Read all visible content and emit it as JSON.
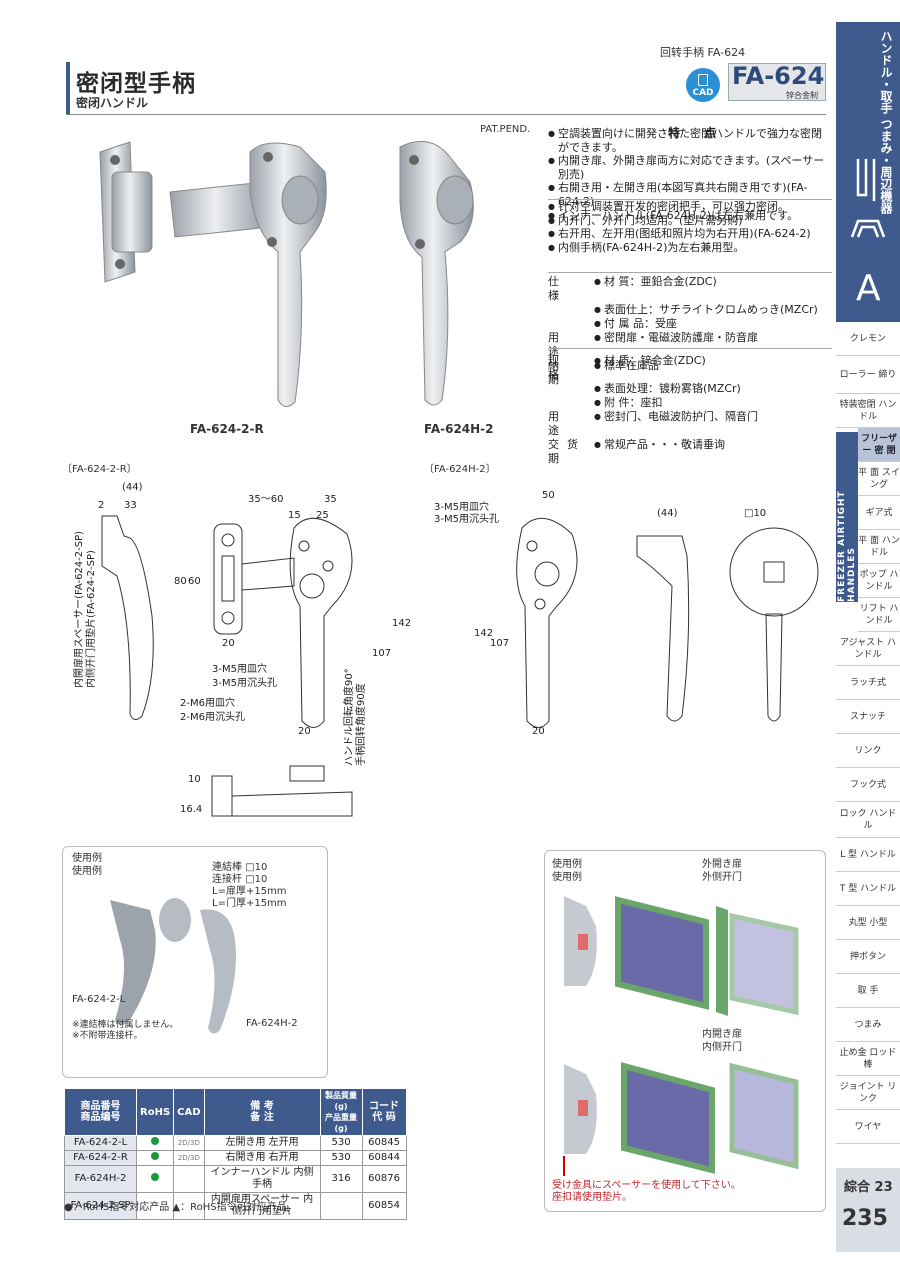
{
  "header": {
    "breadcrumb": "回转手柄 FA-624",
    "title": "密闭型手柄",
    "subtitle": "密闭ハンドル",
    "model": "FA-624",
    "material_badge": "锌合金制",
    "cad_label": "CAD"
  },
  "sidebar": {
    "category": "ハンドル・取手 つまみ・周辺機器",
    "letter": "A",
    "freezer_label": "FREEZER AIRTIGHT HANDLES",
    "items": [
      "クレモン",
      "ローラー 締り",
      "特装密閉 ハンドル",
      "フリーザー 密 閉",
      "平 面 スイング",
      "ギア式",
      "平 面 ハンドル",
      "ポップ ハンドル",
      "リフト ハンドル",
      "アジャスト ハンドル",
      "ラッチ式",
      "スナッチ",
      "リンク",
      "フック式",
      "ロック ハンドル",
      "L 型 ハンドル",
      "T 型 ハンドル",
      "丸型 小型",
      "押ボタン",
      "取 手",
      "つまみ",
      "止め金 ロッド棒",
      "ジョイント リンク",
      "ワイヤ"
    ],
    "page_label": "綜合 23",
    "page_number": "235"
  },
  "photos": {
    "patent": "PAT.PEND.",
    "left_label": "FA-624-2-R",
    "right_label": "FA-624H-2"
  },
  "features": {
    "title": "特 点",
    "ja": [
      "空調装置向けに開発された密閉ハンドルで強力な密閉ができます。",
      "内開き扉、外開き扉両方に対応できます。(スペーサー別売)",
      "右開き用・左開き用(本図写真共右開き用です)(FA-624-2)",
      "インナーハンドル(FA-624H-2)は左右兼用です。"
    ],
    "zh": [
      "针对空调装置开发的密闭把手，可以强力密闭。",
      "内开门、外开门均适用。(垫片需另购)",
      "右开用、左开用(图纸和照片均为右开用)(FA-624-2)",
      "内侧手柄(FA-624H-2)为左右兼用型。"
    ]
  },
  "specs_ja": {
    "k1": "仕 様",
    "v1a": "材  質：亜鉛合金(ZDC)",
    "v1b": "表面仕上：サチライトクロムめっき(MZCr)",
    "v1c": "付 属 品：受座",
    "k2": "用 途",
    "v2": "密閉扉・電磁波防護扉・防音扉",
    "k3": "納 期",
    "v3": "標準在庫品"
  },
  "specs_zh": {
    "k1": "规 格",
    "v1a": "材  质：锌合金(ZDC)",
    "v1b": "表面处理：镀粉雾铬(MZCr)",
    "v1c": "附  件：座扣",
    "k2": "用 途",
    "v2": "密封门、电磁波防护门、隔音门",
    "k3": "交货期",
    "v3": "常规产品・・・敬请垂询"
  },
  "drawings": {
    "left_title": "〔FA-624-2-R〕",
    "right_title": "〔FA-624H-2〕",
    "spacer_ja": "内開扉用スペーサー(FA-624-2-SP)",
    "spacer_zh": "内侧开门用垫片(FA-624-2-SP)",
    "m5_ja": "3-M5用皿穴",
    "m5_zh": "3-M5用沉头孔",
    "m6_ja": "2-M6用皿穴",
    "m6_zh": "2-M6用沉头孔",
    "rot_ja": "ハンドル回転角度90°",
    "rot_zh": "手柄回转角度90度",
    "d44": "(44)",
    "d33": "33",
    "d2": "2",
    "d35_60": "35〜60",
    "d35": "35",
    "d15": "15",
    "d25": "25",
    "d80": "80",
    "d60": "60",
    "d20": "20",
    "d107": "107",
    "d142": "142",
    "d50": "50",
    "d10": "□10",
    "d10b": "10",
    "d164": "16.4"
  },
  "usage_left": {
    "title_ja": "使用例",
    "title_zh": "使用例",
    "rod_ja": "連結棒 □10",
    "rod_zh": "连接杆 □10",
    "len_ja": "L=扉厚+15mm",
    "len_zh": "L=门厚+15mm",
    "left_part": "FA-624-2-L",
    "right_part": "FA-624H-2",
    "note_ja": "※連結棒は付属しません。",
    "note_zh": "※不附带连接杆。"
  },
  "usage_right": {
    "title_ja": "使用例",
    "title_zh": "使用例",
    "out_ja": "外開き扉",
    "out_zh": "外侧开门",
    "in_ja": "内開き扉",
    "in_zh": "内侧开门",
    "note_ja": "受け金具にスペーサーを使用して下さい。",
    "note_zh": "座扣请使用垫片。"
  },
  "table": {
    "h_code_ja": "商品番号",
    "h_code_zh": "商品编号",
    "h_rohs": "RoHS",
    "h_cad": "CAD",
    "h_note_ja": "備 考",
    "h_note_zh": "备 注",
    "h_w_ja": "製品質量(g)",
    "h_w_zh": "产品重量(g)",
    "h_c_ja": "コード",
    "h_c_zh": "代 码",
    "rows": [
      {
        "code": "FA-624-2-L",
        "cad": "2D/3D",
        "note": "左開き用 左开用",
        "weight": "530",
        "cd": "60845"
      },
      {
        "code": "FA-624-2-R",
        "cad": "2D/3D",
        "note": "右開き用 右开用",
        "weight": "530",
        "cd": "60844"
      },
      {
        "code": "FA-624H-2",
        "cad": "",
        "note": "インナーハンドル 内侧手柄",
        "weight": "316",
        "cd": "60876"
      },
      {
        "code": "FA-624-2-SP",
        "cad": "",
        "note": "内開扉用スペーサー 内侧开门用垫片",
        "weight": "",
        "cd": "60854"
      }
    ],
    "legend": "●：RoHS指令対応产品  ▲：RoHS指令可対应产品。"
  },
  "colors": {
    "brand": "#3f5b8e",
    "accent": "#2a8fd4",
    "rohs": "#1a9a3a",
    "door_green": "#6aa56a",
    "door_purple": "#6b6aa8"
  }
}
